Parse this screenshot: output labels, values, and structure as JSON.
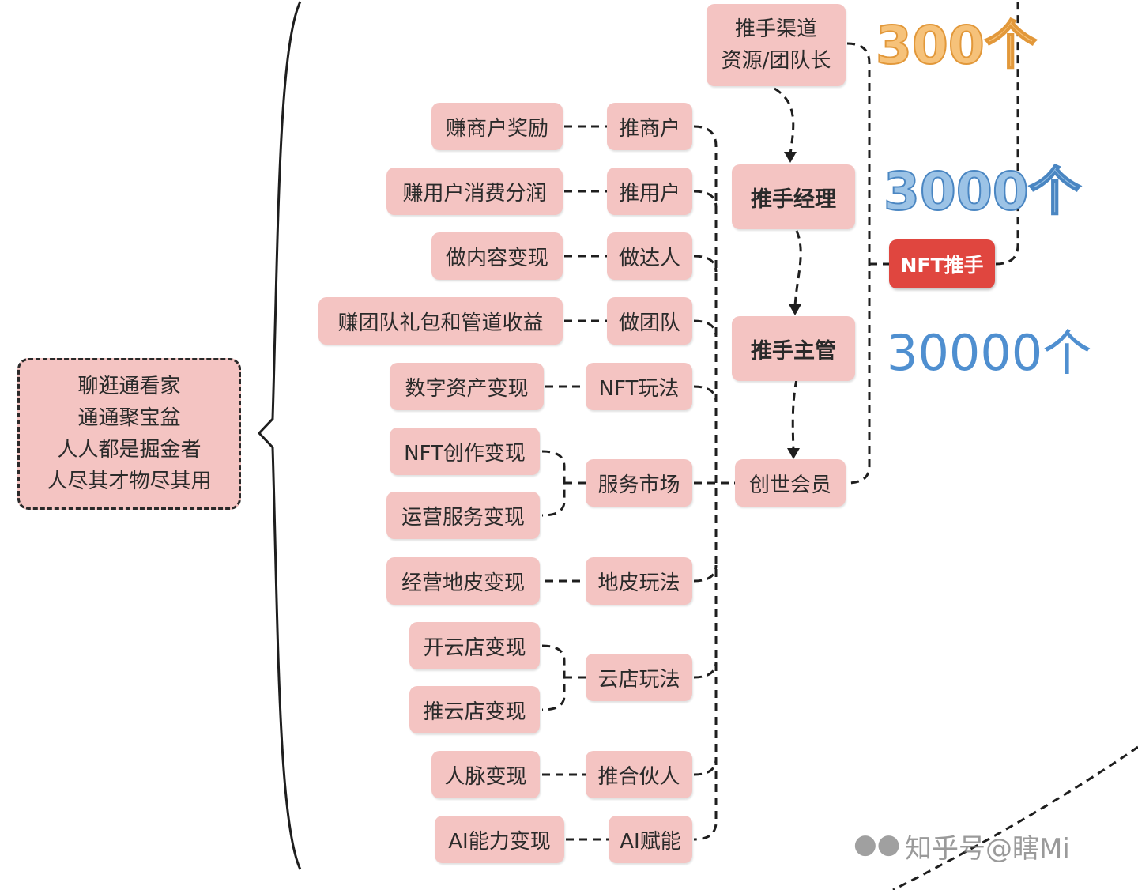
{
  "root": {
    "lines": [
      "聊逛通看家",
      "通通聚宝盆",
      "人人都是掘金者",
      "人尽其才物尽其用"
    ]
  },
  "branches": [
    {
      "left": [
        "赚商户奖励"
      ],
      "mid": "推商户"
    },
    {
      "left": [
        "赚用户消费分润"
      ],
      "mid": "推用户"
    },
    {
      "left": [
        "做内容变现"
      ],
      "mid": "做达人"
    },
    {
      "left": [
        "赚团队礼包和管道收益"
      ],
      "mid": "做团队"
    },
    {
      "left": [
        "数字资产变现"
      ],
      "mid": "NFT玩法"
    },
    {
      "left": [
        "NFT创作变现",
        "运营服务变现"
      ],
      "mid": "服务市场"
    },
    {
      "left": [
        "经营地皮变现"
      ],
      "mid": "地皮玩法"
    },
    {
      "left": [
        "开云店变现",
        "推云店变现"
      ],
      "mid": "云店玩法"
    },
    {
      "left": [
        "人脉变现"
      ],
      "mid": "推合伙人"
    },
    {
      "left": [
        "AI能力变现"
      ],
      "mid": "AI赋能"
    }
  ],
  "hierarchy": {
    "top": [
      "推手渠道",
      "资源/团队长"
    ],
    "manager": "推手经理",
    "supervisor": "推手主管",
    "member": "创世会员",
    "nft_pusher": "NFT推手"
  },
  "counts": {
    "c300": "300个",
    "c3000": "3000个",
    "c30000": "30000个"
  },
  "watermark": {
    "icon": "wechat-icon",
    "text": "知乎号@瞎Mi"
  },
  "colors": {
    "box_fill": "#f4c4c2",
    "nft_badge": "#e0463f",
    "count_300": "#e2983a",
    "count_3000": "#4a86c2",
    "count_30000": "#4f8fd0"
  }
}
